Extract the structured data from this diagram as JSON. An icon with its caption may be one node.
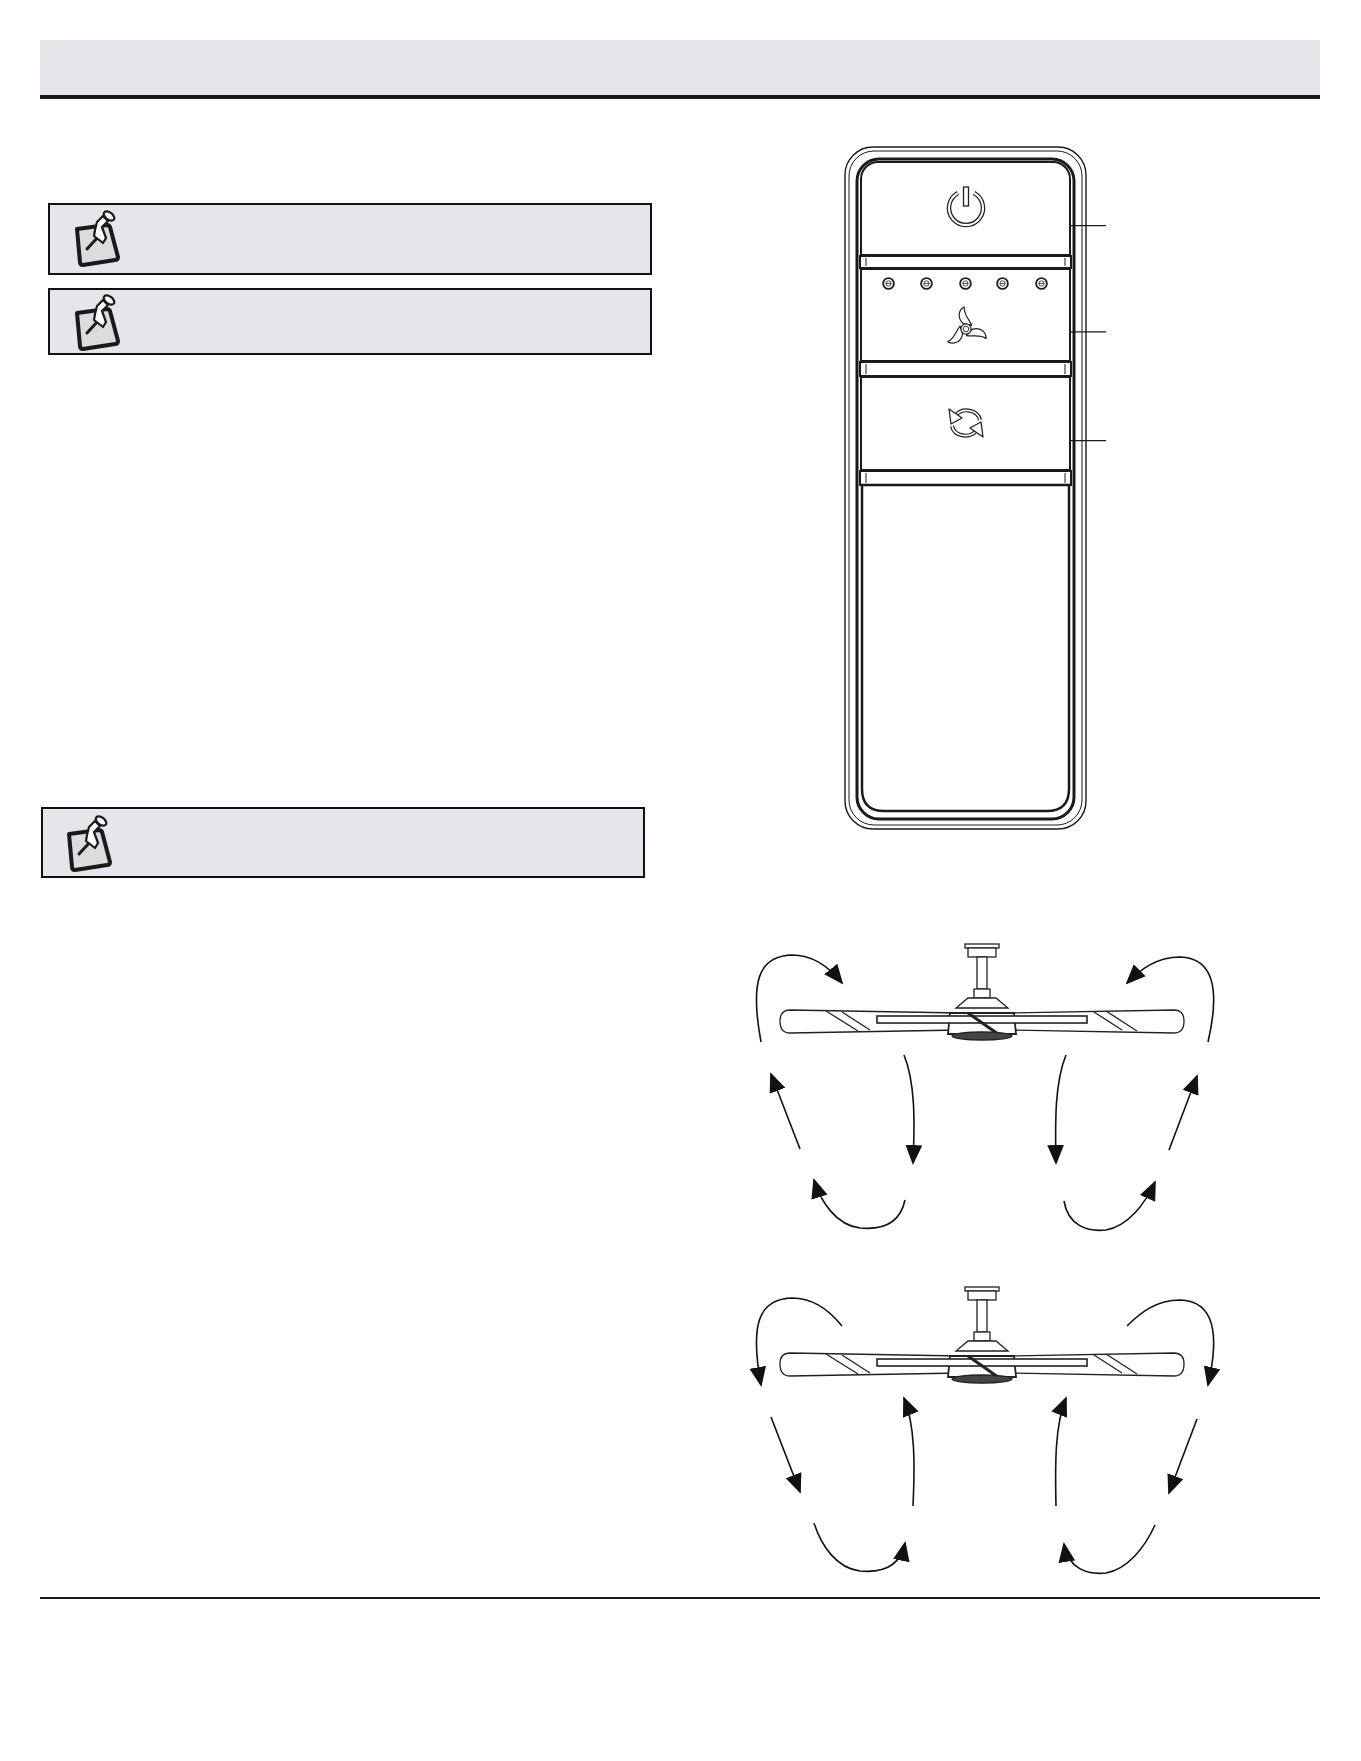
{
  "diagram": {
    "nodes": [
      {
        "text": [],
        "shape": "box"
      },
      {
        "text": [],
        "shape": "box"
      },
      {
        "text": [],
        "shape": "box"
      }
    ],
    "edges": [
      {
        "from": null,
        "to": 0,
        "arrow": "none"
      },
      {
        "from": null,
        "to": 1,
        "arrow": "none"
      },
      {
        "from": null,
        "to": 2,
        "arrow": "none"
      }
    ]
  }
}
